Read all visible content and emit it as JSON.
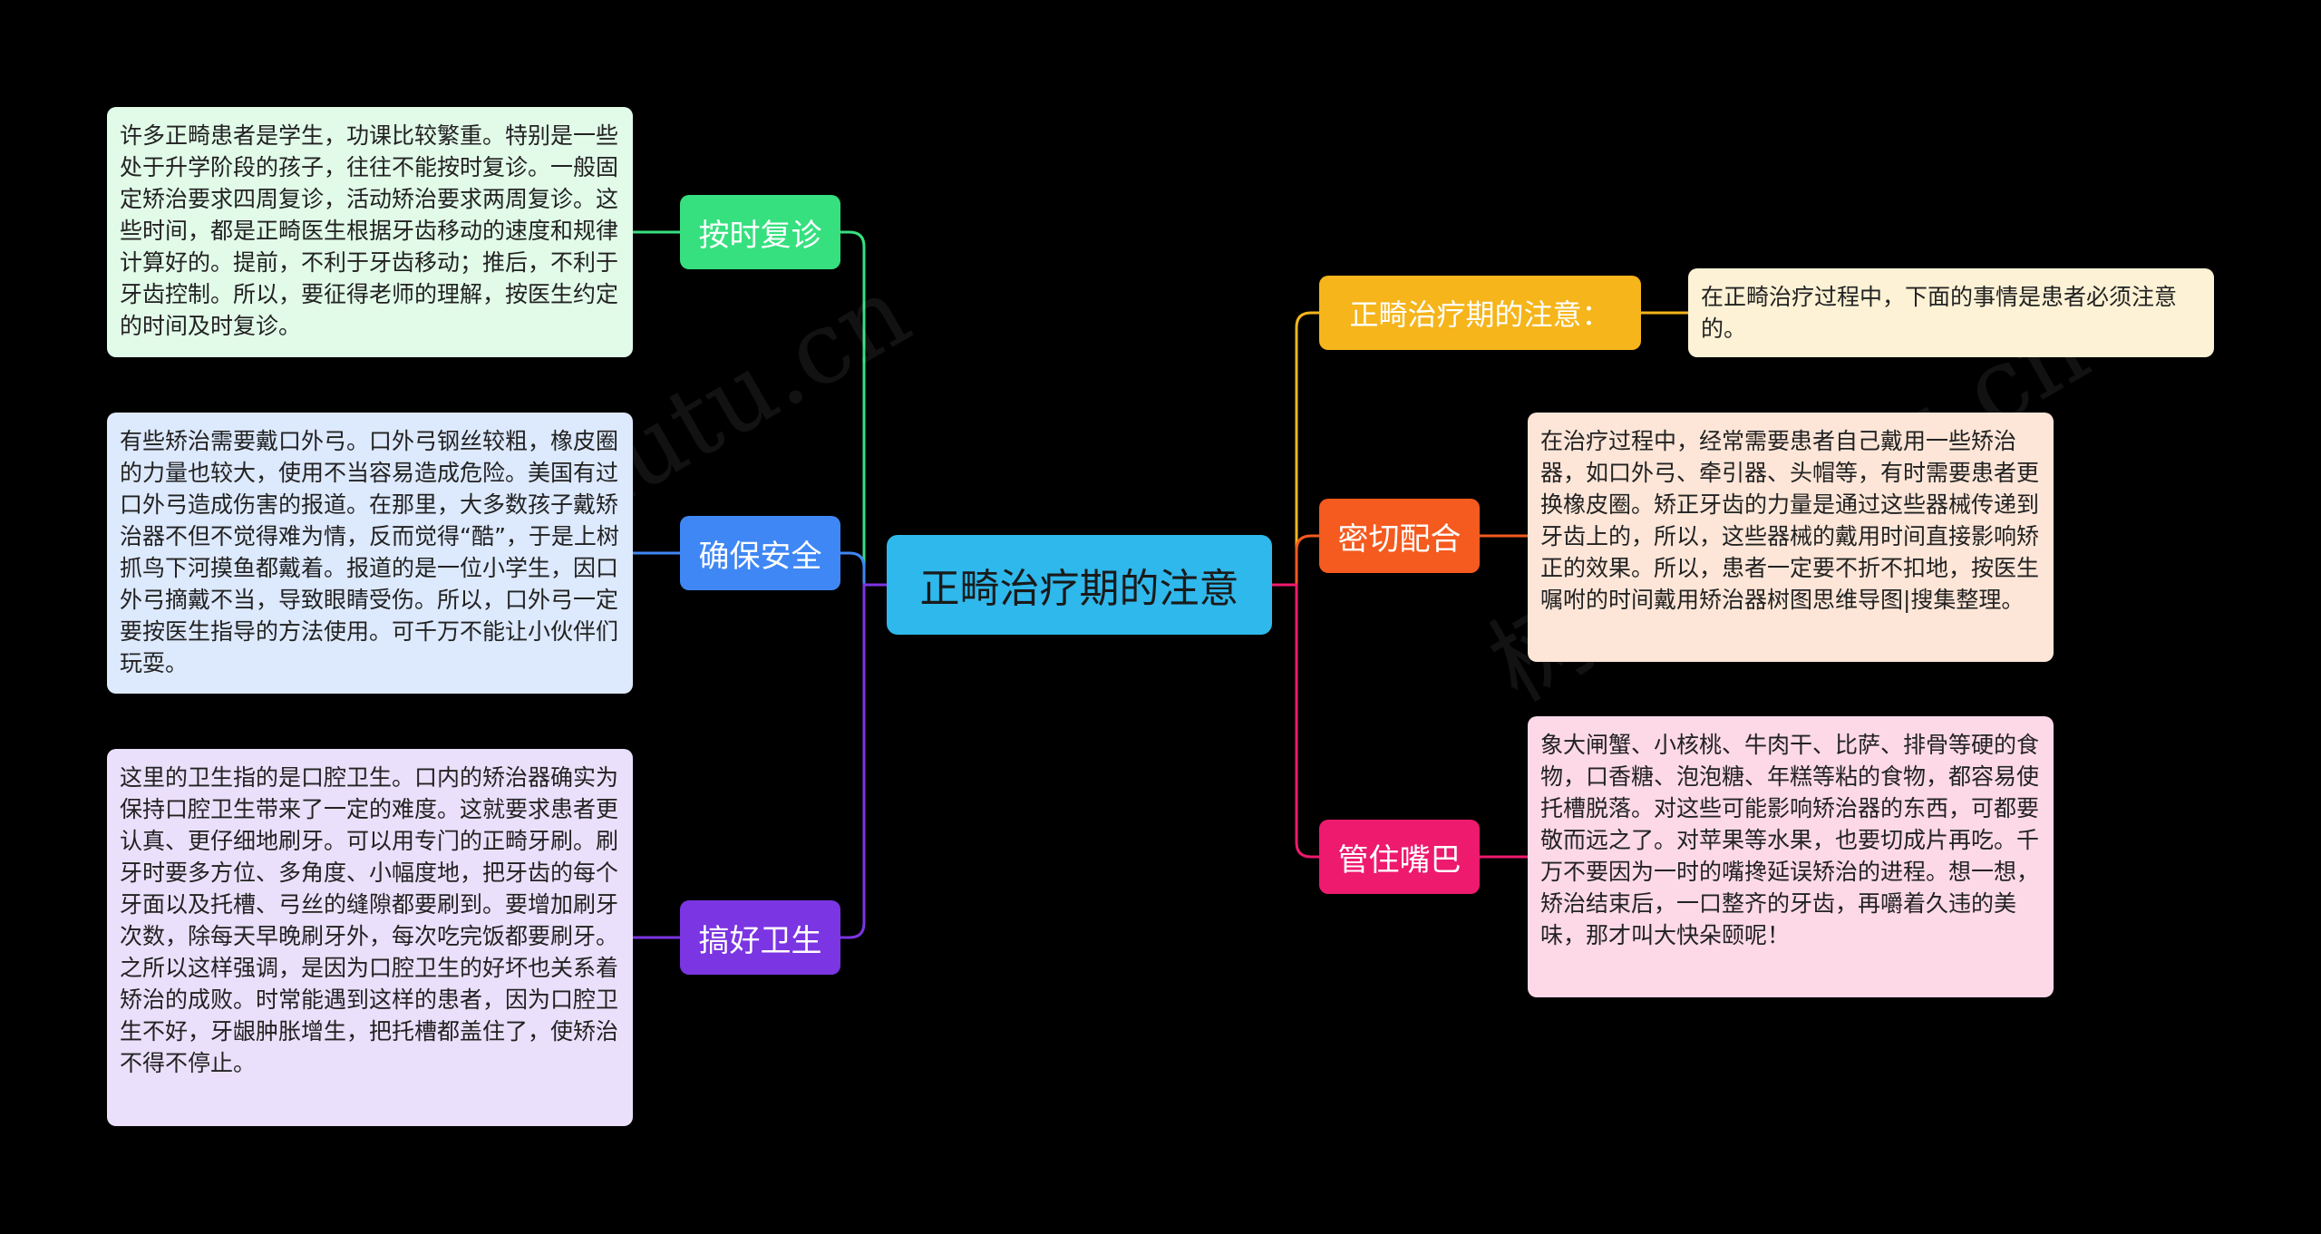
{
  "root": {
    "label": "正畸治疗期的注意"
  },
  "branches": {
    "left": [
      {
        "label": "按时复诊",
        "color": "#36e07f",
        "leaf_bg": "#e2fbe9",
        "leaf_text": "许多正畸患者是学生，功课比较繁重。特别是一些处于升学阶段的孩子，往往不能按时复诊。一般固定矫治要求四周复诊，活动矫治要求两周复诊。这些时间，都是正畸医生根据牙齿移动的速度和规律计算好的。提前，不利于牙齿移动；推后，不利于牙齿控制。所以，要征得老师的理解，按医生约定的时间及时复诊。"
      },
      {
        "label": "确保安全",
        "color": "#3f87f5",
        "leaf_bg": "#dde9fd",
        "leaf_text": "有些矫治需要戴口外弓。口外弓钢丝较粗，橡皮圈的力量也较大，使用不当容易造成危险。美国有过口外弓造成伤害的报道。在那里，大多数孩子戴矫治器不但不觉得难为情，反而觉得“酷”，于是上树抓鸟下河摸鱼都戴着。报道的是一位小学生，因口外弓摘戴不当，导致眼睛受伤。所以，口外弓一定要按医生指导的方法使用。可千万不能让小伙伴们玩耍。"
      },
      {
        "label": "搞好卫生",
        "color": "#7b35e2",
        "leaf_bg": "#ebe0fb",
        "leaf_text": "这里的卫生指的是口腔卫生。口内的矫治器确实为保持口腔卫生带来了一定的难度。这就要求患者更认真、更仔细地刷牙。可以用专门的正畸牙刷。刷牙时要多方位、多角度、小幅度地，把牙齿的每个牙面以及托槽、弓丝的缝隙都要刷到。要增加刷牙次数，除每天早晚刷牙外，每次吃完饭都要刷牙。之所以这样强调，是因为口腔卫生的好坏也关系着矫治的成败。时常能遇到这样的患者，因为口腔卫生不好，牙龈肿胀增生，把托槽都盖住了，使矫治不得不停止。"
      }
    ],
    "right": [
      {
        "label": "正畸治疗期的注意：",
        "color": "#f5b51b",
        "leaf_bg": "#fdf2d5",
        "leaf_text": "在正畸治疗过程中，下面的事情是患者必须注意的。"
      },
      {
        "label": "密切配合",
        "color": "#f55a1e",
        "leaf_bg": "#fde6d8",
        "leaf_text": "在治疗过程中，经常需要患者自己戴用一些矫治器，如口外弓、牵引器、头帽等，有时需要患者更换橡皮圈。矫正牙齿的力量是通过这些器械传递到牙齿上的，所以，这些器械的戴用时间直接影响矫正的效果。所以，患者一定要不折不扣地，按医生嘱咐的时间戴用矫治器树图思维导图|搜集整理。"
      },
      {
        "label": "管住嘴巴",
        "color": "#ee1a6e",
        "leaf_bg": "#fdd9e8",
        "leaf_text": "象大闸蟹、小核桃、牛肉干、比萨、排骨等硬的食物，口香糖、泡泡糖、年糕等粘的食物，都容易使托槽脱落。对这些可能影响矫治器的东西，可都要敬而远之了。对苹果等水果，也要切成片再吃。千万不要因为一时的嘴搀延误矫治的进程。想一想，矫治结束后，一口整齐的牙齿，再嚼着久违的美味，那才叫大快朵颐呢！"
      }
    ]
  },
  "watermark": "树图 shutu.cn"
}
